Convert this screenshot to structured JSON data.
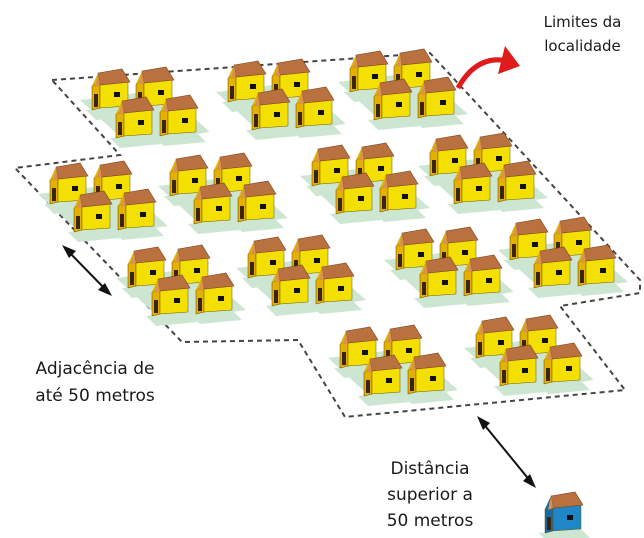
{
  "labels": {
    "limits_line1": "Limites da",
    "limits_line2": "localidade",
    "adjacency_line1": "Adjacência de",
    "adjacency_line2": "até 50 metros",
    "distance_line1": "Distância",
    "distance_line2": "superior a",
    "distance_line3": "50 metros"
  },
  "colors": {
    "roof": "#b8713f",
    "roof_front": "#d9924f",
    "wall": "#f4e000",
    "wall_side": "#e6b000",
    "door": "#3a2510",
    "window": "#111111",
    "lot": "#cde6d2",
    "isolated_wall": "#1f86c8",
    "isolated_side": "#176aa3",
    "arrow_red": "#e01b1b",
    "boundary": "#444444"
  },
  "blocks": [
    {
      "id": "block-1",
      "houses": 4
    },
    {
      "id": "block-2",
      "houses": 4
    },
    {
      "id": "block-3",
      "houses": 4
    },
    {
      "id": "block-4",
      "houses": 4
    },
    {
      "id": "block-5",
      "houses": 4
    },
    {
      "id": "block-6",
      "houses": 4
    },
    {
      "id": "block-7",
      "houses": 4
    },
    {
      "id": "block-8",
      "houses": 4
    },
    {
      "id": "block-9",
      "houses": 4
    },
    {
      "id": "block-10",
      "houses": 4
    },
    {
      "id": "block-11",
      "houses": 4
    },
    {
      "id": "block-12",
      "houses": 4
    },
    {
      "id": "block-13",
      "houses": 4
    }
  ],
  "isolated_house": {
    "houses": 1
  }
}
